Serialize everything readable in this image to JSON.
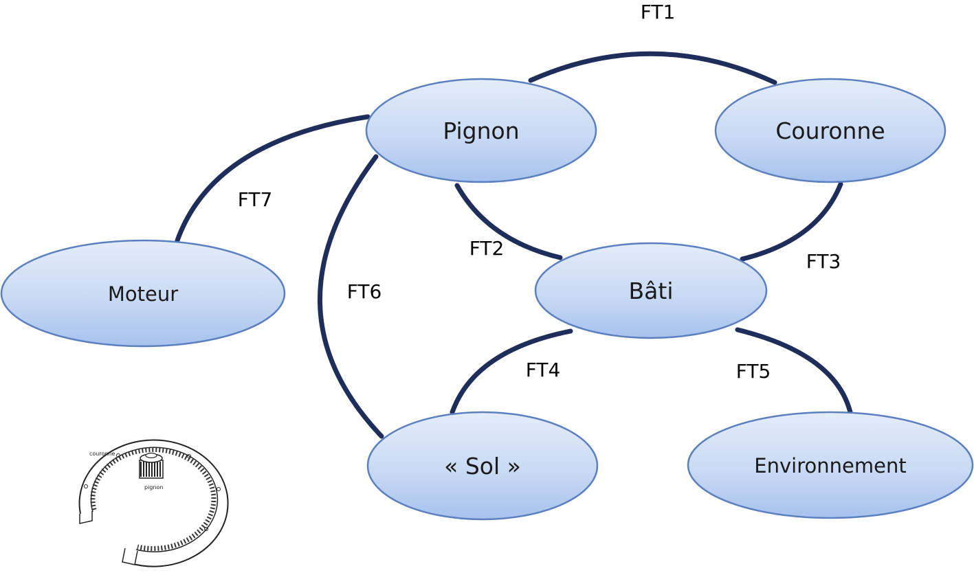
{
  "nodes": {
    "pignon": "Pignon",
    "couronne": "Couronne",
    "moteur": "Moteur",
    "bati": "Bâti",
    "sol": "« Sol »",
    "environnement": "Environnement"
  },
  "functions": {
    "ft1": "FT1",
    "ft2": "FT2",
    "ft3": "FT3",
    "ft4": "FT4",
    "ft5": "FT5",
    "ft6": "FT6",
    "ft7": "FT7"
  },
  "figure": {
    "couronne_caption": "couronne",
    "pignon_caption": "pignon"
  },
  "colors": {
    "edge": "#1f2d5a",
    "node_top": "#dfe9f8",
    "node_bottom": "#a9c3ee",
    "node_border": "#5b7fbf"
  }
}
